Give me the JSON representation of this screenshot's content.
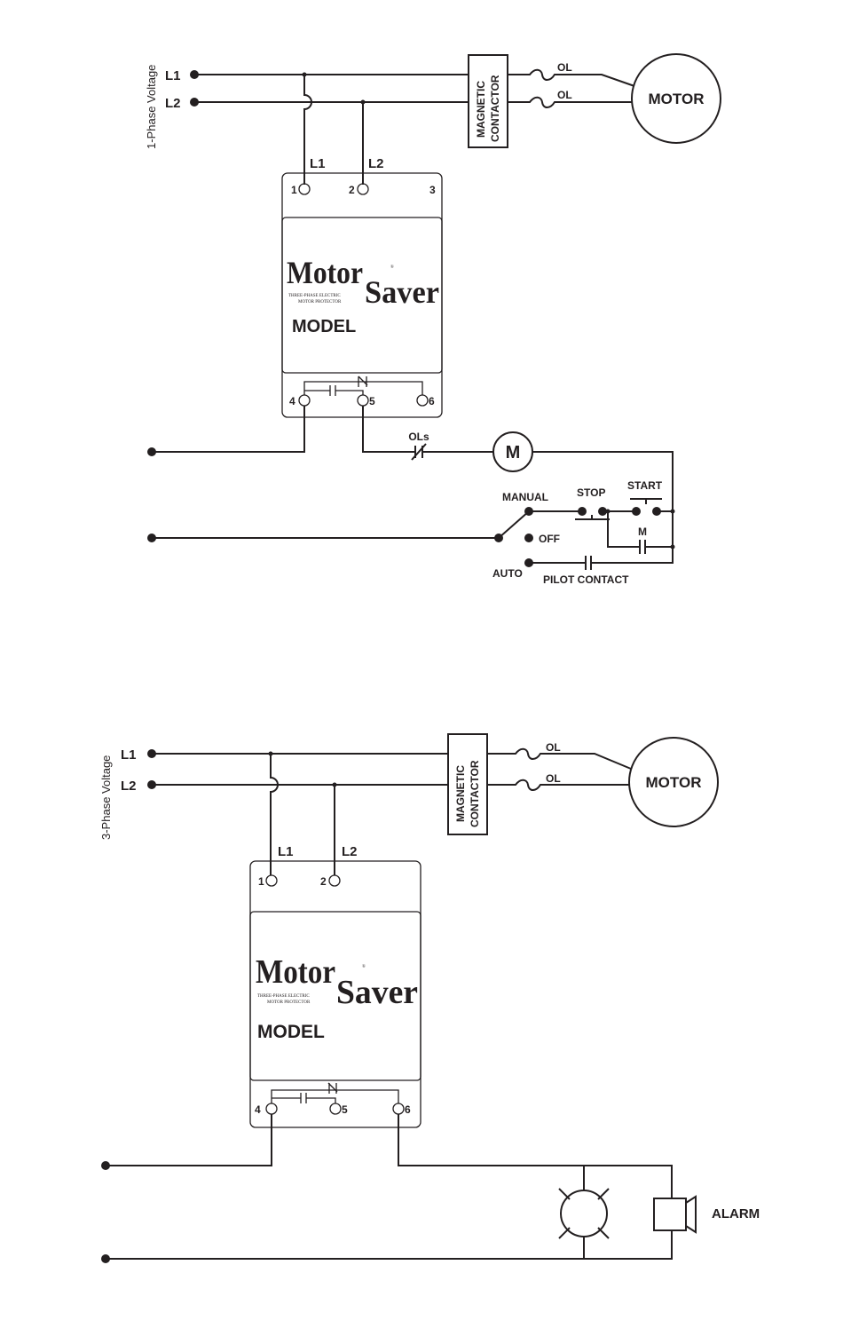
{
  "diagram1": {
    "voltage_label": "1-Phase Voltage",
    "line1": "L1",
    "line2": "L2",
    "contactor": [
      "MAGNETIC",
      "CONTACTOR"
    ],
    "overload": "OL",
    "motor": "MOTOR",
    "terminals_top": [
      "1",
      "2",
      "3"
    ],
    "terminal_labels": [
      "L1",
      "L2"
    ],
    "terminals_bottom": [
      "4",
      "5",
      "6"
    ],
    "brand": {
      "name_a": "Motor",
      "name_b": "Saver",
      "registered": "®",
      "tagline_1": "THREE-PHASE ELECTRIC",
      "tagline_2": "MOTOR PROTECTOR"
    },
    "model": "MODEL",
    "overloads": "OLs",
    "coil": "M",
    "manual": "MANUAL",
    "off": "OFF",
    "auto": "AUTO",
    "stop": "STOP",
    "start": "START",
    "holding": "M",
    "pilot": "PILOT CONTACT"
  },
  "diagram2": {
    "voltage_label": "3-Phase Voltage",
    "line1": "L1",
    "line2": "L2",
    "contactor": [
      "MAGNETIC",
      "CONTACTOR"
    ],
    "overload": "OL",
    "motor": "MOTOR",
    "terminals_top": [
      "1",
      "2"
    ],
    "terminal_labels": [
      "L1",
      "L2"
    ],
    "terminals_bottom": [
      "4",
      "5",
      "6"
    ],
    "brand": {
      "name_a": "Motor",
      "name_b": "Saver",
      "registered": "®",
      "tagline_1": "THREE-PHASE ELECTRIC",
      "tagline_2": "MOTOR PROTECTOR"
    },
    "model": "MODEL",
    "alarm": "ALARM"
  }
}
